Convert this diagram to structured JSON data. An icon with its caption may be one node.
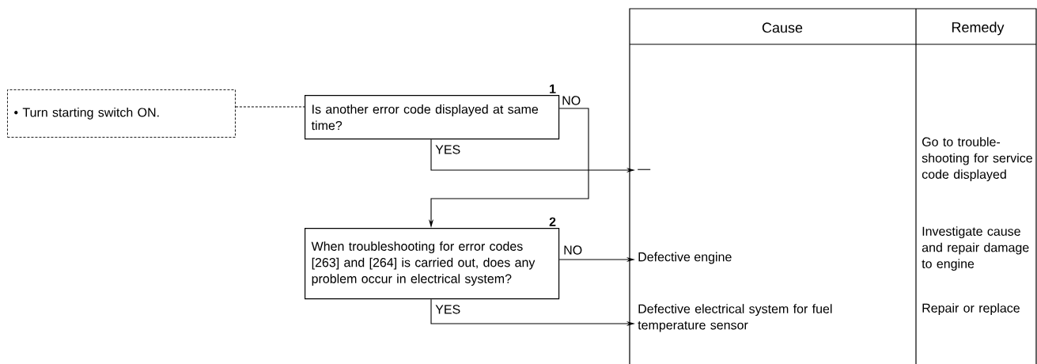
{
  "diagram": {
    "nodes": [
      {
        "text": [
          "• Turn starting switch ON."
        ]
      },
      {
        "text": [
          "Is another error code displayed at same time?"
        ],
        "beside": [
          "1"
        ]
      },
      {
        "text": [
          "When troubleshooting for error codes [263] and [264] is carried out, does any problem occur in electrical system?"
        ],
        "beside": [
          "2"
        ]
      },
      {
        "text": [
          "—"
        ]
      },
      {
        "text": [
          "Defective engine"
        ]
      },
      {
        "text": [
          "Defective electrical system for fuel temperature sensor"
        ]
      }
    ],
    "edges": [
      {
        "from": 0,
        "to": 1,
        "arrow": "none",
        "style": "dashed"
      },
      {
        "from": 1,
        "to": 3,
        "arrow": "to",
        "label": "YES"
      },
      {
        "from": 1,
        "to": 2,
        "arrow": "to",
        "label": "NO"
      },
      {
        "from": 2,
        "to": 4,
        "arrow": "to",
        "label": "NO"
      },
      {
        "from": 2,
        "to": 5,
        "arrow": "to",
        "label": "YES"
      }
    ],
    "labels": [
      "Cause",
      "Remedy",
      "Go to trouble-shooting for service code displayed",
      "Investigate cause and repair damage to engine",
      "Repair or replace"
    ]
  }
}
